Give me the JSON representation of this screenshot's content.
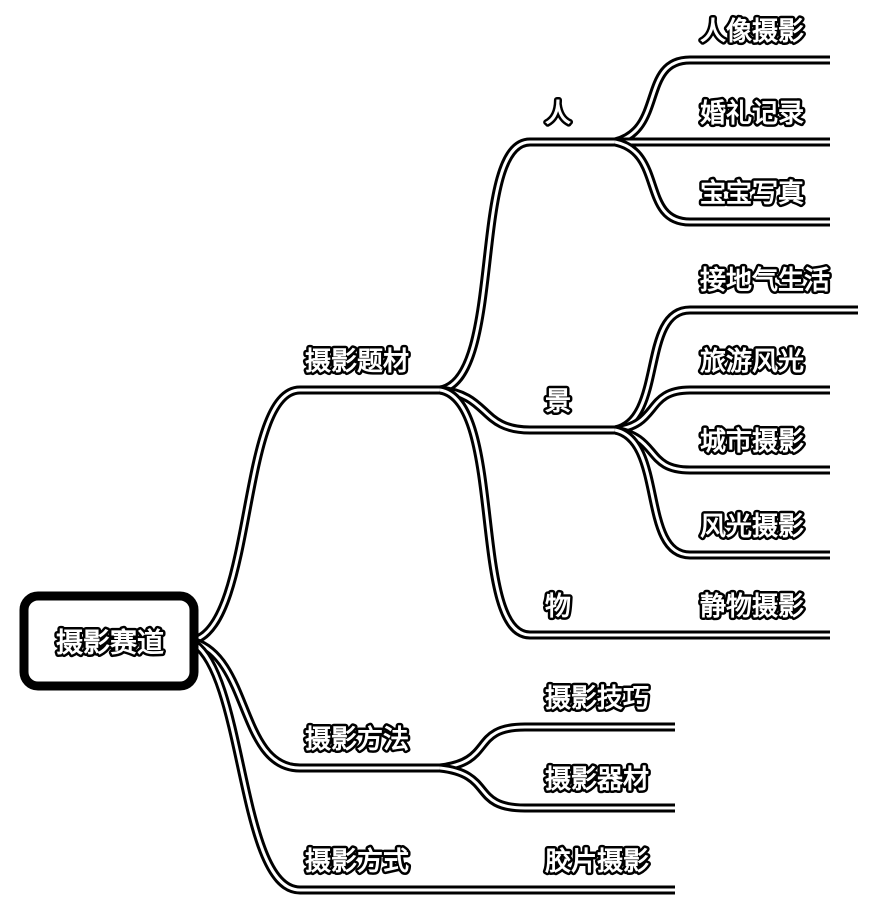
{
  "root": {
    "label": "摄影赛道"
  },
  "branches": [
    {
      "label": "摄影题材",
      "children": [
        {
          "label": "人",
          "children": [
            "人像摄影",
            "婚礼记录",
            "宝宝写真"
          ]
        },
        {
          "label": "景",
          "children": [
            "接地气生活",
            "旅游风光",
            "城市摄影",
            "风光摄影"
          ]
        },
        {
          "label": "物",
          "children": [
            "静物摄影"
          ]
        }
      ]
    },
    {
      "label": "摄影方法",
      "children": [
        "摄影技巧",
        "摄影器材"
      ]
    },
    {
      "label": "摄影方式",
      "children": [
        "胶片摄影"
      ]
    }
  ]
}
